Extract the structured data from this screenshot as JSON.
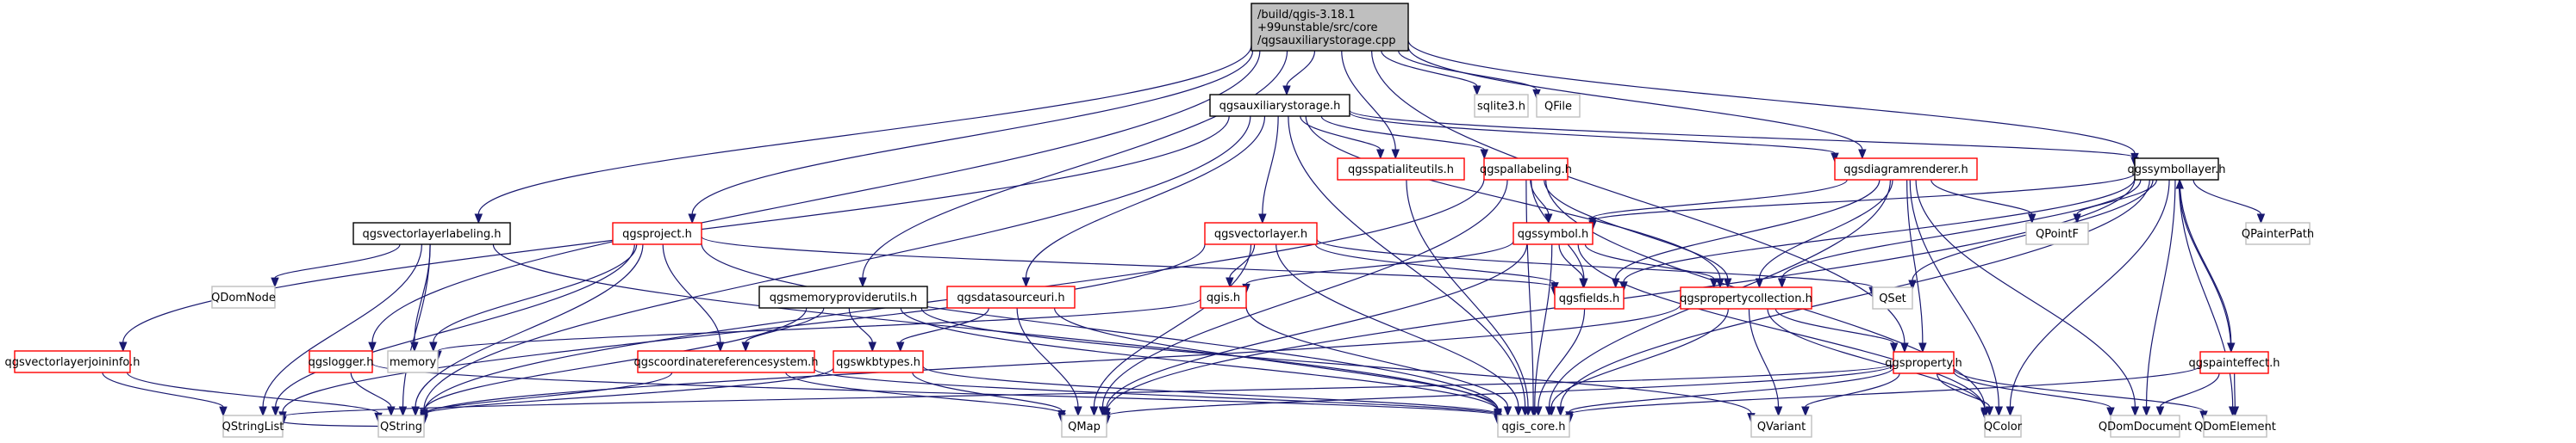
{
  "title": "Include dependency graph for qgsauxiliarystorage.cpp",
  "colors": {
    "edge": "#191970",
    "root_fill": "#bfbfbf",
    "documented_border": "#000000",
    "truncated_border": "#ff0000",
    "external_border": "#bfbfbf"
  },
  "nodes": [
    {
      "id": "root",
      "kind": "root",
      "lines": [
        "/build/qgis-3.18.1",
        "+99unstable/src/core",
        "/qgsauxiliarystorage.cpp"
      ]
    },
    {
      "id": "qgsauxiliarystorage_h",
      "kind": "doc",
      "lines": [
        "qgsauxiliarystorage.h"
      ]
    },
    {
      "id": "sqlite3_h",
      "kind": "ext",
      "lines": [
        "sqlite3.h"
      ]
    },
    {
      "id": "QFile",
      "kind": "ext",
      "lines": [
        "QFile"
      ]
    },
    {
      "id": "qgsspatialiteutils_h",
      "kind": "trunc",
      "lines": [
        "qgsspatialiteutils.h"
      ]
    },
    {
      "id": "qgspallabeling_h",
      "kind": "trunc",
      "lines": [
        "qgspallabeling.h"
      ]
    },
    {
      "id": "qgsdiagramrenderer_h",
      "kind": "trunc",
      "lines": [
        "qgsdiagramrenderer.h"
      ]
    },
    {
      "id": "qgssymbollayer_h",
      "kind": "doc",
      "lines": [
        "qgssymbollayer.h"
      ]
    },
    {
      "id": "qgsvectorlayerlabeling_h",
      "kind": "doc",
      "lines": [
        "qgsvectorlayerlabeling.h"
      ]
    },
    {
      "id": "qgsproject_h",
      "kind": "trunc",
      "lines": [
        "qgsproject.h"
      ]
    },
    {
      "id": "qgsvectorlayer_h",
      "kind": "trunc",
      "lines": [
        "qgsvectorlayer.h"
      ]
    },
    {
      "id": "qgssymbol_h",
      "kind": "trunc",
      "lines": [
        "qgssymbol.h"
      ]
    },
    {
      "id": "QPointF",
      "kind": "ext",
      "lines": [
        "QPointF"
      ]
    },
    {
      "id": "QPainterPath",
      "kind": "ext",
      "lines": [
        "QPainterPath"
      ]
    },
    {
      "id": "QDomNode",
      "kind": "ext",
      "lines": [
        "QDomNode"
      ]
    },
    {
      "id": "qgsmemoryproviderutils_h",
      "kind": "doc",
      "lines": [
        "qgsmemoryproviderutils.h"
      ]
    },
    {
      "id": "qgsdatasourceuri_h",
      "kind": "trunc",
      "lines": [
        "qgsdatasourceuri.h"
      ]
    },
    {
      "id": "qgis_h",
      "kind": "trunc",
      "lines": [
        "qgis.h"
      ]
    },
    {
      "id": "qgsfields_h",
      "kind": "trunc",
      "lines": [
        "qgsfields.h"
      ]
    },
    {
      "id": "qgspropertycollection_h",
      "kind": "trunc",
      "lines": [
        "qgspropertycollection.h"
      ]
    },
    {
      "id": "QSet",
      "kind": "ext",
      "lines": [
        "QSet"
      ]
    },
    {
      "id": "qgsvectorlayerjoininfo_h",
      "kind": "trunc",
      "lines": [
        "qgsvectorlayerjoininfo.h"
      ]
    },
    {
      "id": "qgslogger_h",
      "kind": "trunc",
      "lines": [
        "qgslogger.h"
      ]
    },
    {
      "id": "memory",
      "kind": "ext",
      "lines": [
        "memory"
      ]
    },
    {
      "id": "qgscoordinatereferencesystem_h",
      "kind": "trunc",
      "lines": [
        "qgscoordinatereferencesystem.h"
      ]
    },
    {
      "id": "qgswkbtypes_h",
      "kind": "trunc",
      "lines": [
        "qgswkbtypes.h"
      ]
    },
    {
      "id": "qgsproperty_h",
      "kind": "trunc",
      "lines": [
        "qgsproperty.h"
      ]
    },
    {
      "id": "qgspainteffect_h",
      "kind": "trunc",
      "lines": [
        "qgspainteffect.h"
      ]
    },
    {
      "id": "QStringList",
      "kind": "ext",
      "lines": [
        "QStringList"
      ]
    },
    {
      "id": "QString",
      "kind": "ext",
      "lines": [
        "QString"
      ]
    },
    {
      "id": "QMap",
      "kind": "ext",
      "lines": [
        "QMap"
      ]
    },
    {
      "id": "qgis_core_h",
      "kind": "ext",
      "lines": [
        "qgis_core.h"
      ]
    },
    {
      "id": "QVariant",
      "kind": "ext",
      "lines": [
        "QVariant"
      ]
    },
    {
      "id": "QColor",
      "kind": "ext",
      "lines": [
        "QColor"
      ]
    },
    {
      "id": "QDomDocument",
      "kind": "ext",
      "lines": [
        "QDomDocument"
      ]
    },
    {
      "id": "QDomElement",
      "kind": "ext",
      "lines": [
        "QDomElement"
      ]
    }
  ],
  "edges": [
    [
      "root",
      "qgsauxiliarystorage_h"
    ],
    [
      "root",
      "sqlite3_h"
    ],
    [
      "root",
      "QFile"
    ],
    [
      "root",
      "qgsspatialiteutils_h"
    ],
    [
      "root",
      "qgsdiagramrenderer_h"
    ],
    [
      "root",
      "qgssymbollayer_h"
    ],
    [
      "root",
      "qgsvectorlayerlabeling_h"
    ],
    [
      "root",
      "qgsproject_h"
    ],
    [
      "root",
      "qgsmemoryproviderutils_h"
    ],
    [
      "root",
      "qgslogger_h"
    ],
    [
      "root",
      "qgsproperty_h"
    ],
    [
      "qgsauxiliarystorage_h",
      "qgsspatialiteutils_h"
    ],
    [
      "qgsauxiliarystorage_h",
      "qgspallabeling_h"
    ],
    [
      "qgsauxiliarystorage_h",
      "qgsdiagramrenderer_h"
    ],
    [
      "qgsauxiliarystorage_h",
      "qgssymbollayer_h"
    ],
    [
      "qgsauxiliarystorage_h",
      "qgsvectorlayer_h"
    ],
    [
      "qgsauxiliarystorage_h",
      "qgsdatasourceuri_h"
    ],
    [
      "qgsauxiliarystorage_h",
      "qgsvectorlayerjoininfo_h"
    ],
    [
      "qgsauxiliarystorage_h",
      "qgis_core_h"
    ],
    [
      "qgsauxiliarystorage_h",
      "QString"
    ],
    [
      "qgsauxiliarystorage_h",
      "qgspropertycollection_h"
    ],
    [
      "qgsspatialiteutils_h",
      "qgis_core_h"
    ],
    [
      "qgspallabeling_h",
      "qgssymbol_h"
    ],
    [
      "qgspallabeling_h",
      "qgsfields_h"
    ],
    [
      "qgspallabeling_h",
      "qgspropertycollection_h"
    ],
    [
      "qgspallabeling_h",
      "qgis_core_h"
    ],
    [
      "qgspallabeling_h",
      "QMap"
    ],
    [
      "qgspallabeling_h",
      "QString"
    ],
    [
      "qgspallabeling_h",
      "QColor"
    ],
    [
      "qgsdiagramrenderer_h",
      "qgssymbol_h"
    ],
    [
      "qgsdiagramrenderer_h",
      "qgsfields_h"
    ],
    [
      "qgsdiagramrenderer_h",
      "qgspropertycollection_h"
    ],
    [
      "qgsdiagramrenderer_h",
      "QPointF"
    ],
    [
      "qgsdiagramrenderer_h",
      "qgis_core_h"
    ],
    [
      "qgsdiagramrenderer_h",
      "QColor"
    ],
    [
      "qgsdiagramrenderer_h",
      "QDomDocument"
    ],
    [
      "qgsdiagramrenderer_h",
      "qgsproperty_h"
    ],
    [
      "qgssymbollayer_h",
      "qgssymbol_h"
    ],
    [
      "qgssymbollayer_h",
      "QPointF"
    ],
    [
      "qgssymbollayer_h",
      "QPainterPath"
    ],
    [
      "qgssymbollayer_h",
      "qgsfields_h"
    ],
    [
      "qgssymbollayer_h",
      "qgspropertycollection_h"
    ],
    [
      "qgssymbollayer_h",
      "QSet"
    ],
    [
      "qgssymbollayer_h",
      "qgspainteffect_h"
    ],
    [
      "qgssymbollayer_h",
      "QColor"
    ],
    [
      "qgssymbollayer_h",
      "QDomDocument"
    ],
    [
      "qgssymbollayer_h",
      "QDomElement"
    ],
    [
      "qgssymbollayer_h",
      "qgis_core_h"
    ],
    [
      "qgssymbollayer_h",
      "QMap"
    ],
    [
      "qgsvectorlayerlabeling_h",
      "QDomNode"
    ],
    [
      "qgsvectorlayerlabeling_h",
      "QStringList"
    ],
    [
      "qgsvectorlayerlabeling_h",
      "memory"
    ],
    [
      "qgsvectorlayerlabeling_h",
      "QString"
    ],
    [
      "qgsvectorlayerlabeling_h",
      "qgis_core_h"
    ],
    [
      "qgsproject_h",
      "QStringList"
    ],
    [
      "qgsproject_h",
      "memory"
    ],
    [
      "qgsproject_h",
      "qgscoordinatereferencesystem_h"
    ],
    [
      "qgsproject_h",
      "qgis_core_h"
    ],
    [
      "qgsproject_h",
      "qgsfields_h"
    ],
    [
      "qgsproject_h",
      "QString"
    ],
    [
      "qgsvectorlayer_h",
      "qgis_h"
    ],
    [
      "qgsvectorlayer_h",
      "QMap"
    ],
    [
      "qgsvectorlayer_h",
      "qgis_core_h"
    ],
    [
      "qgsvectorlayer_h",
      "QSet"
    ],
    [
      "qgsvectorlayer_h",
      "QStringList"
    ],
    [
      "qgsvectorlayer_h",
      "qgsfields_h"
    ],
    [
      "qgssymbol_h",
      "qgis_h"
    ],
    [
      "qgssymbol_h",
      "qgsfields_h"
    ],
    [
      "qgssymbol_h",
      "qgspropertycollection_h"
    ],
    [
      "qgssymbol_h",
      "qgis_core_h"
    ],
    [
      "qgssymbol_h",
      "QMap"
    ],
    [
      "qgssymbol_h",
      "QColor"
    ],
    [
      "qgsmemoryproviderutils_h",
      "qgscoordinatereferencesystem_h"
    ],
    [
      "qgsmemoryproviderutils_h",
      "qgswkbtypes_h"
    ],
    [
      "qgsmemoryproviderutils_h",
      "qgis_core_h"
    ],
    [
      "qgsmemoryproviderutils_h",
      "QString"
    ],
    [
      "qgsmemoryproviderutils_h",
      "QVariant"
    ],
    [
      "qgsdatasourceuri_h",
      "qgswkbtypes_h"
    ],
    [
      "qgsdatasourceuri_h",
      "QMap"
    ],
    [
      "qgsdatasourceuri_h",
      "qgis_core_h"
    ],
    [
      "qgis_h",
      "memory"
    ],
    [
      "qgis_h",
      "qgis_core_h"
    ],
    [
      "qgsfields_h",
      "qgis_core_h"
    ],
    [
      "qgspropertycollection_h",
      "qgsproperty_h"
    ],
    [
      "qgspropertycollection_h",
      "qgis_core_h"
    ],
    [
      "qgspropertycollection_h",
      "QVariant"
    ],
    [
      "qgspropertycollection_h",
      "QColor"
    ],
    [
      "qgspropertycollection_h",
      "QString"
    ],
    [
      "qgsvectorlayerjoininfo_h",
      "QStringList"
    ],
    [
      "qgsvectorlayerjoininfo_h",
      "QString"
    ],
    [
      "qgslogger_h",
      "QString"
    ],
    [
      "qgslogger_h",
      "qgis_core_h"
    ],
    [
      "qgscoordinatereferencesystem_h",
      "QString"
    ],
    [
      "qgscoordinatereferencesystem_h",
      "QMap"
    ],
    [
      "qgscoordinatereferencesystem_h",
      "qgis_core_h"
    ],
    [
      "qgswkbtypes_h",
      "QString"
    ],
    [
      "qgswkbtypes_h",
      "QMap"
    ],
    [
      "qgswkbtypes_h",
      "qgis_core_h"
    ],
    [
      "qgsproperty_h",
      "qgis_core_h"
    ],
    [
      "qgsproperty_h",
      "QVariant"
    ],
    [
      "qgsproperty_h",
      "QColor"
    ],
    [
      "qgsproperty_h",
      "QDomDocument"
    ],
    [
      "qgsproperty_h",
      "QDomElement"
    ],
    [
      "qgsproperty_h",
      "QStringList"
    ],
    [
      "qgsproperty_h",
      "QMap"
    ],
    [
      "qgspainteffect_h",
      "qgssymbollayer_h"
    ],
    [
      "qgspainteffect_h",
      "QDomDocument"
    ],
    [
      "qgspainteffect_h",
      "QDomElement"
    ],
    [
      "qgspainteffect_h",
      "qgis_core_h"
    ],
    [
      "QString",
      "QStringList"
    ]
  ]
}
